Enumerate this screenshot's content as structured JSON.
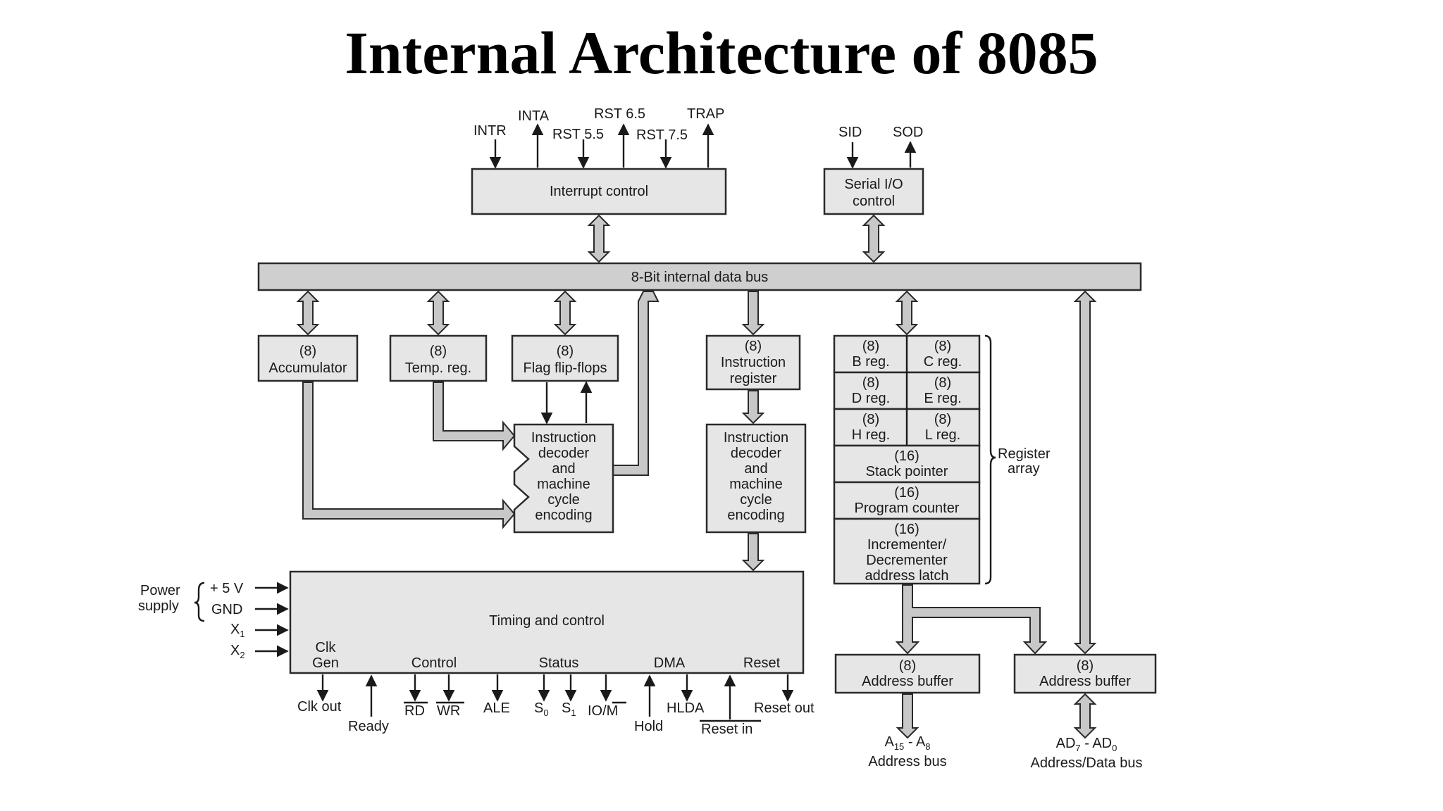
{
  "title": "Internal Architecture of 8085",
  "interrupts": {
    "intr": "INTR",
    "inta": "INTA",
    "rst55": "RST 5.5",
    "rst65": "RST 6.5",
    "rst75": "RST 7.5",
    "trap": "TRAP",
    "box": "Interrupt control"
  },
  "serial": {
    "sid": "SID",
    "sod": "SOD",
    "box_line1": "Serial I/O",
    "box_line2": "control"
  },
  "bus": {
    "label": "8-Bit internal data bus"
  },
  "accumulator": {
    "size": "(8)",
    "name": "Accumulator"
  },
  "temp": {
    "size": "(8)",
    "name": "Temp. reg."
  },
  "flags": {
    "size": "(8)",
    "name": "Flag flip-flops"
  },
  "alu_block": {
    "lines": [
      "Instruction",
      "decoder",
      "and",
      "machine",
      "cycle",
      "encoding"
    ]
  },
  "ireg": {
    "size": "(8)",
    "line1": "Instruction",
    "line2": "register"
  },
  "idec": {
    "lines": [
      "Instruction",
      "decoder",
      "and",
      "machine",
      "cycle",
      "encoding"
    ]
  },
  "registers": {
    "b": {
      "size": "(8)",
      "name": "B reg."
    },
    "c": {
      "size": "(8)",
      "name": "C reg."
    },
    "d": {
      "size": "(8)",
      "name": "D reg."
    },
    "e": {
      "size": "(8)",
      "name": "E reg."
    },
    "h": {
      "size": "(8)",
      "name": "H reg."
    },
    "l": {
      "size": "(8)",
      "name": "L reg."
    },
    "sp": {
      "size": "(16)",
      "name": "Stack pointer"
    },
    "pc": {
      "size": "(16)",
      "name": "Program counter"
    },
    "incdec": {
      "size": "(16)",
      "line1": "Incrementer/",
      "line2": "Decrementer",
      "line3": "address latch"
    },
    "array_line1": "Register",
    "array_line2": "array"
  },
  "timing": {
    "title": "Timing and control",
    "clk_line1": "Clk",
    "clk_line2": "Gen",
    "control": "Control",
    "status": "Status",
    "dma": "DMA",
    "reset": "Reset"
  },
  "power": {
    "line1": "Power",
    "line2": "supply",
    "vcc": "+ 5 V",
    "gnd": "GND",
    "x": "X",
    "x1_sub": "1",
    "x2_sub": "2"
  },
  "signals": {
    "clk_out": "Clk out",
    "ready": "Ready",
    "rd": "RD",
    "wr": "WR",
    "ale": "ALE",
    "s": "S",
    "s0_sub": "0",
    "s1_sub": "1",
    "io_m": "IO/",
    "m": "M",
    "hold": "Hold",
    "hlda": "HLDA",
    "reset_in": "Reset in",
    "reset_out": "Reset out"
  },
  "addr_buf_hi": {
    "size": "(8)",
    "name": "Address buffer",
    "a15": "A",
    "a15_sub": "15",
    "dash": " - ",
    "a8": "A",
    "a8_sub": "8",
    "bus_name": "Address bus"
  },
  "addr_buf_lo": {
    "size": "(8)",
    "name": "Address buffer",
    "ad7": "AD",
    "ad7_sub": "7",
    "dash": " - ",
    "ad0": "AD",
    "ad0_sub": "0",
    "bus_name": "Address/Data bus"
  }
}
